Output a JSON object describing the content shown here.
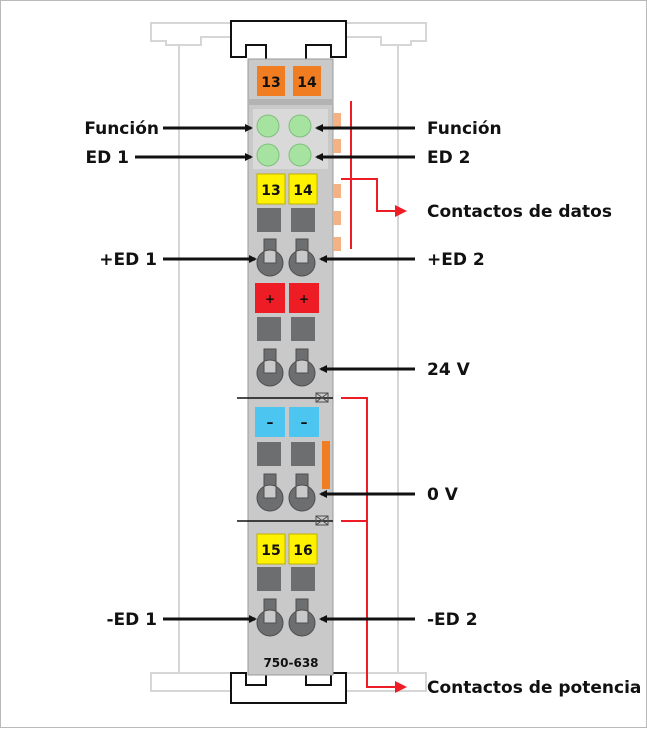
{
  "title": "",
  "module": {
    "model": "750-638"
  },
  "terminal_labels": {
    "top_left": "13",
    "top_right": "14",
    "mid_left": "13",
    "mid_right": "14",
    "plus_left": "+",
    "plus_right": "+",
    "minus_left": "–",
    "minus_right": "–",
    "bottom_left": "15",
    "bottom_right": "16"
  },
  "labels": {
    "funcion_left": "Función",
    "funcion_right": "Función",
    "ed1": "ED 1",
    "ed2": "ED 2",
    "data_contacts": "Contactos de datos",
    "plus_ed1": "+ED 1",
    "plus_ed2": "+ED 2",
    "v24": "24 V",
    "v0": "0 V",
    "minus_ed1": "-ED 1",
    "minus_ed2": "-ED 2",
    "power_contacts": "Contactos de potencia"
  },
  "colors": {
    "housing": "#c9c9c9",
    "terminal_orange": "#f07d22",
    "terminal_yellow": "#fff200",
    "terminal_red": "#ee1c24",
    "terminal_blue": "#4cc6f0",
    "led_green": "#a6e3a1",
    "callout_red": "#ee1c24",
    "clamp": "#6d6e70"
  }
}
